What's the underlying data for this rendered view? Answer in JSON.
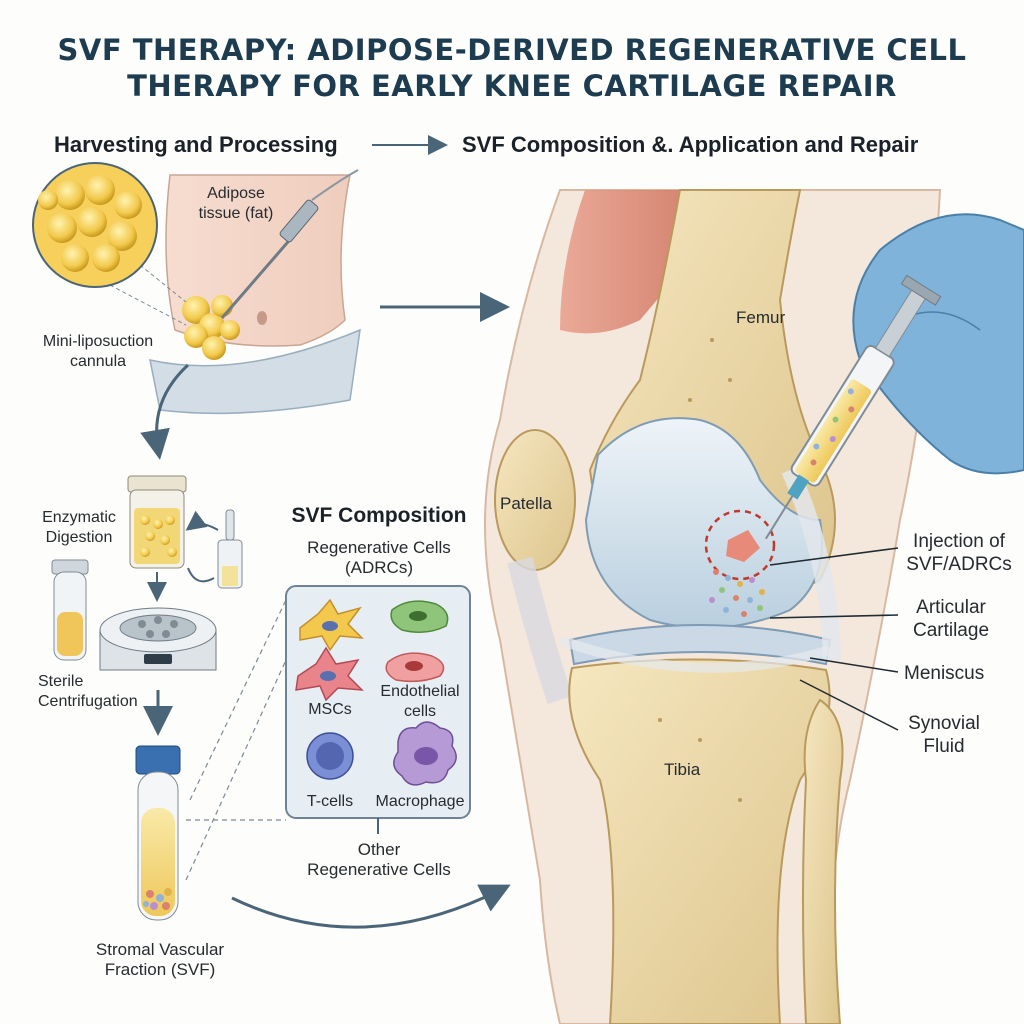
{
  "title": {
    "line1": "SVF THERAPY: ADIPOSE-DERIVED REGENERATIVE CELL",
    "line2": "THERAPY FOR EARLY KNEE CARTILAGE REPAIR"
  },
  "headers": {
    "harvest": "Harvesting and Processing",
    "application": "SVF Composition &. Application and Repair"
  },
  "harvest": {
    "adipose_line1": "Adipose",
    "adipose_line2": "tissue (fat)",
    "cannula_line1": "Mini-liposuction",
    "cannula_line2": "cannula",
    "enzymatic_line1": "Enzymatic",
    "enzymatic_line2": "Digestion",
    "sterile_line1": "Sterile",
    "sterile_line2": "Centrifugation",
    "svf_line1": "Stromal Vascular",
    "svf_line2": "Fraction (SVF)"
  },
  "composition": {
    "title": "SVF Composition",
    "subtitle_line1": "Regenerative Cells",
    "subtitle_line2": "(ADRCs)",
    "cells": {
      "mscs": "MSCs",
      "endothelial_line1": "Endothelial",
      "endothelial_line2": "cells",
      "tcells": "T-cells",
      "macrophage": "Macrophage"
    },
    "other_line1": "Other",
    "other_line2": "Regenerative Cells"
  },
  "knee": {
    "femur": "Femur",
    "patella": "Patella",
    "tibia": "Tibia",
    "injection_line1": "Injection of",
    "injection_line2": "SVF/ADRCs",
    "cartilage_line1": "Articular",
    "cartilage_line2": "Cartilage",
    "meniscus": "Meniscus",
    "synovial_line1": "Synovial",
    "synovial_line2": "Fluid"
  },
  "colors": {
    "title": "#1d3c4f",
    "arrow": "#4a6478",
    "fat": "#f2c94c",
    "bone": "#ecd9a8",
    "cartilage": "#d7e4ee",
    "muscle": "#d9826e",
    "glove": "#7fb3d9",
    "tube_cap": "#3a6fb0",
    "svf_liquid": "#f3d77a"
  }
}
